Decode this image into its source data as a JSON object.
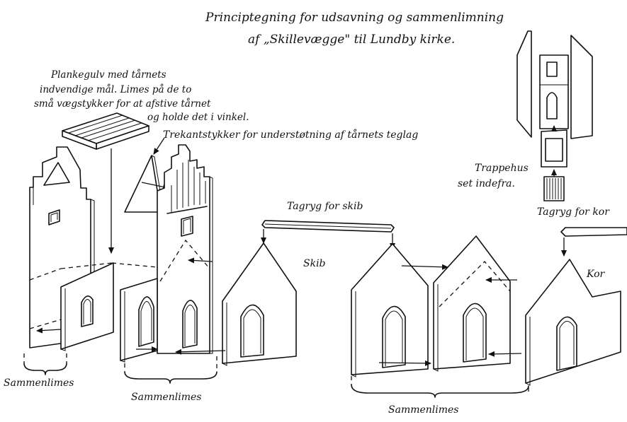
{
  "title": {
    "line1": "Principtegning for udsavning og sammenlimning",
    "line2": "af „Skillevægge\" til Lundby kirke."
  },
  "notes": {
    "floor": [
      "Plankegulv med tårnets",
      "indvendige mål. Limes på de to",
      "små vægstykker for at afstive tårnet",
      "og holde det i vinkel."
    ],
    "triangles": "Trekantstykker for understøtning af tårnets teglag",
    "stair": [
      "Trappehus",
      "set indefra."
    ]
  },
  "labels": {
    "ridge_nave": "Tagryg for skib",
    "ridge_chancel": "Tagryg for kor",
    "nave": "Skib",
    "chancel": "Kor",
    "glue_1": "Sammenlimes",
    "glue_2": "Sammenlimes",
    "glue_3": "Sammenlimes"
  }
}
